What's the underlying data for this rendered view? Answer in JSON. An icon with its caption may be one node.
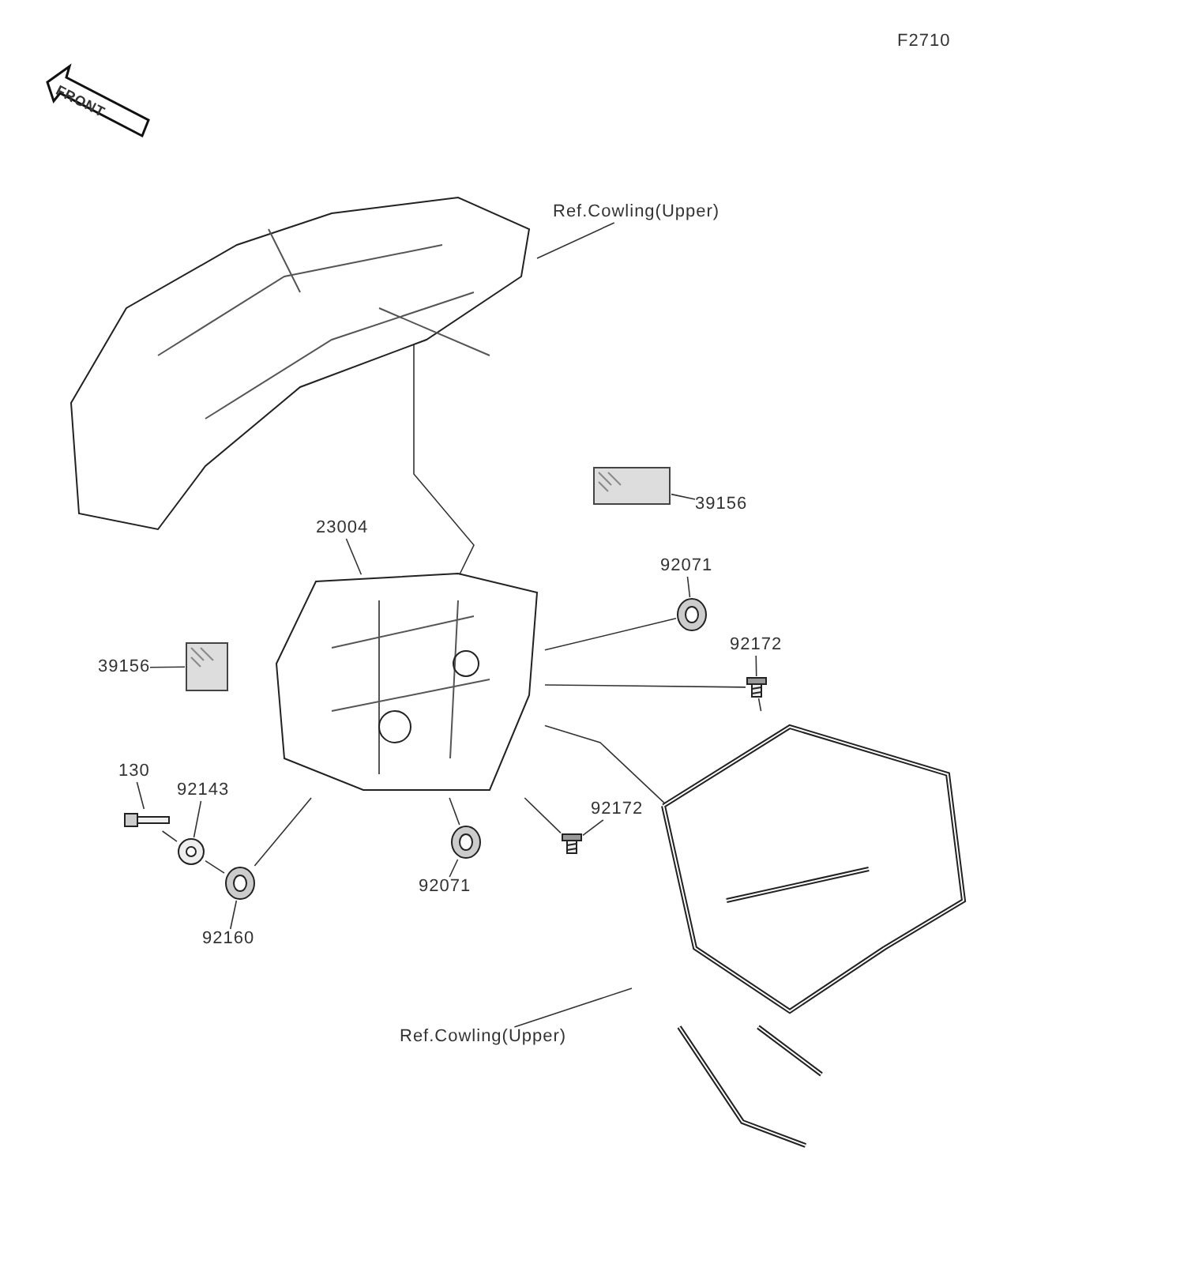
{
  "diagram": {
    "nodes": [
      {
        "text": [
          "Ref.Cowling(Upper)"
        ]
      },
      {
        "text": [],
        "shape": "picture"
      },
      {
        "text": [
          "39156"
        ]
      },
      {
        "text": [],
        "shape": "picture"
      },
      {
        "text": [
          "23004"
        ]
      },
      {
        "text": [],
        "shape": "picture"
      },
      {
        "text": [
          "92071"
        ]
      },
      {
        "text": [],
        "shape": "picture"
      },
      {
        "text": [
          "92172"
        ]
      },
      {
        "text": [],
        "shape": "picture"
      },
      {
        "text": [
          "39156"
        ]
      },
      {
        "text": [],
        "shape": "picture"
      },
      {
        "text": [
          "130"
        ]
      },
      {
        "text": [],
        "shape": "picture"
      },
      {
        "text": [
          "92143"
        ]
      },
      {
        "text": [],
        "shape": "picture"
      },
      {
        "text": [
          "92160"
        ]
      },
      {
        "text": [],
        "shape": "picture"
      },
      {
        "text": [
          "92172"
        ]
      },
      {
        "text": [],
        "shape": "picture"
      },
      {
        "text": [
          "92071"
        ]
      },
      {
        "text": [],
        "shape": "picture"
      },
      {
        "text": [
          "Ref.Cowling(Upper)"
        ]
      },
      {
        "text": [],
        "shape": "picture"
      }
    ],
    "edges": [
      {
        "from": 0,
        "to": 1,
        "arrow": "none"
      },
      {
        "from": 2,
        "to": 3,
        "arrow": "none"
      },
      {
        "from": 4,
        "to": 5,
        "arrow": "none"
      },
      {
        "from": 6,
        "to": 7,
        "arrow": "none"
      },
      {
        "from": 8,
        "to": 9,
        "arrow": "none"
      },
      {
        "from": 10,
        "to": 11,
        "arrow": "none"
      },
      {
        "from": 12,
        "to": 13,
        "arrow": "none"
      },
      {
        "from": 14,
        "to": 15,
        "arrow": "none"
      },
      {
        "from": 16,
        "to": 17,
        "arrow": "none"
      },
      {
        "from": 18,
        "to": 19,
        "arrow": "none"
      },
      {
        "from": 20,
        "to": 21,
        "arrow": "none"
      },
      {
        "from": 22,
        "to": 23,
        "arrow": "none"
      },
      {
        "from": 1,
        "to": 5,
        "arrow": "none"
      },
      {
        "from": 7,
        "to": 5,
        "arrow": "none"
      },
      {
        "from": 9,
        "to": 5,
        "arrow": "none"
      },
      {
        "from": 13,
        "to": 15,
        "arrow": "none"
      },
      {
        "from": 15,
        "to": 17,
        "arrow": "none"
      },
      {
        "from": 17,
        "to": 5,
        "arrow": "none"
      },
      {
        "from": 21,
        "to": 5,
        "arrow": "none"
      },
      {
        "from": 19,
        "to": 5,
        "arrow": "none"
      },
      {
        "from": 9,
        "to": 23,
        "arrow": "none"
      },
      {
        "from": 5,
        "to": 23,
        "arrow": "none"
      }
    ],
    "labels": [
      "F2710",
      "FRONT"
    ]
  }
}
